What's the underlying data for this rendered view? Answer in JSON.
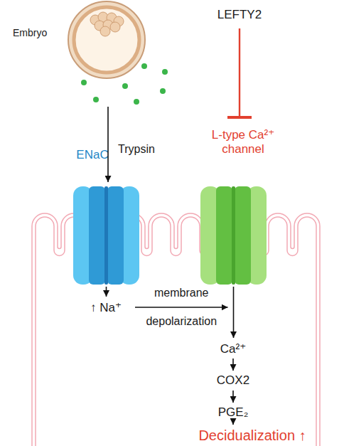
{
  "diagram": {
    "nodes": [
      {
        "text": [
          "Embryo"
        ]
      },
      {
        "text": [
          "LEFTY2"
        ]
      },
      {
        "text": [
          "ENaC"
        ]
      },
      {
        "text": [
          "L-type Ca²⁺ channel"
        ]
      },
      {
        "text": [
          "↑ Na⁺"
        ]
      },
      {
        "text": [
          "Ca²⁺"
        ]
      },
      {
        "text": [
          "COX2"
        ]
      },
      {
        "text": [
          "PGE₂"
        ]
      },
      {
        "text": [
          "Decidualization ↑"
        ]
      }
    ],
    "edges": [
      {
        "from": 0,
        "to": 2,
        "label": "Trypsin",
        "arrow": "to"
      },
      {
        "from": 1,
        "to": 3,
        "arrow": "to"
      },
      {
        "from": 2,
        "to": 4,
        "arrow": "to"
      },
      {
        "from": 4,
        "to": 3,
        "label": "membrane depolarization",
        "arrow": "to"
      },
      {
        "from": 3,
        "to": 5,
        "arrow": "to"
      },
      {
        "from": 5,
        "to": 6,
        "arrow": "to"
      },
      {
        "from": 6,
        "to": 7,
        "arrow": "to"
      },
      {
        "from": 7,
        "to": 8,
        "arrow": "to"
      }
    ]
  }
}
